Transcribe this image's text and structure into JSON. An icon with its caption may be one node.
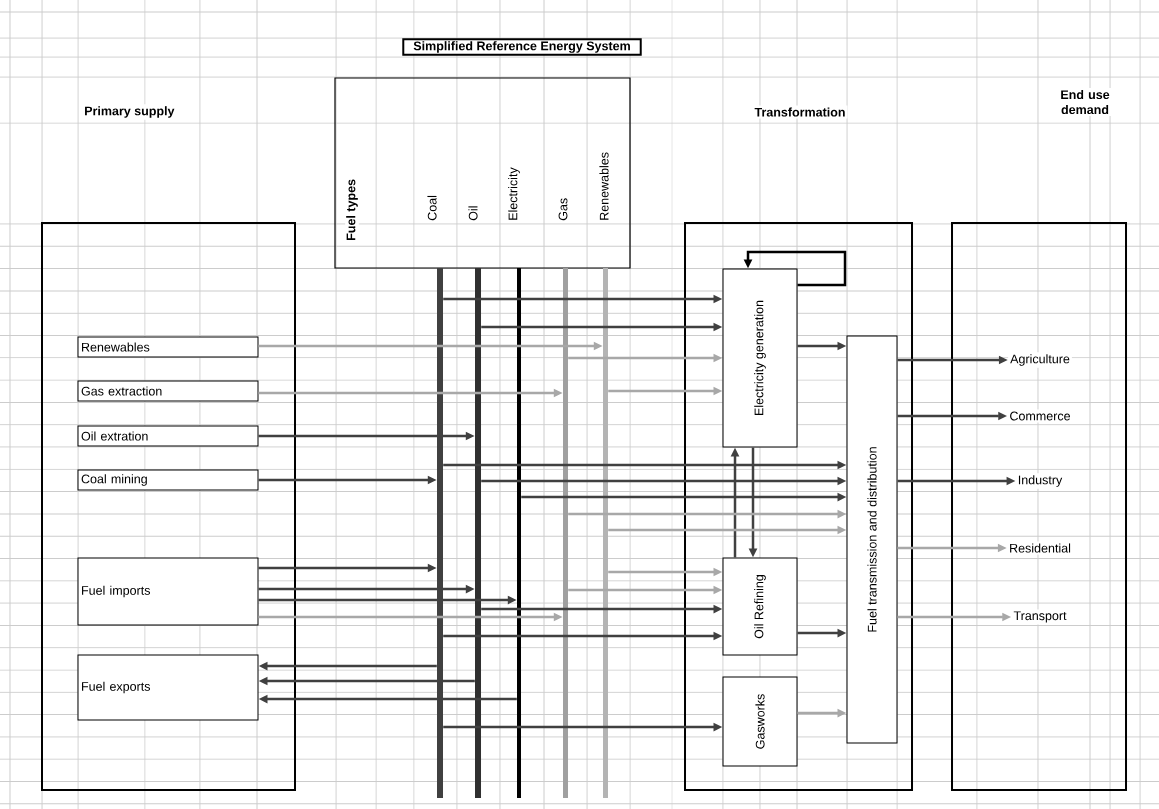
{
  "diagram": {
    "title": "Simplified Reference Energy System",
    "nodes": [
      {
        "text": [
          "Primary supply"
        ]
      },
      {
        "text": [
          "Renewables"
        ],
        "in": 0
      },
      {
        "text": [
          "Gas extraction"
        ],
        "in": 0
      },
      {
        "text": [
          "Oil extration"
        ],
        "in": 0
      },
      {
        "text": [
          "Coal mining"
        ],
        "in": 0
      },
      {
        "text": [
          "Fuel imports"
        ],
        "in": 0
      },
      {
        "text": [
          "Fuel exports"
        ],
        "in": 0
      },
      {
        "text": [
          "Fuel types",
          "Coal",
          "Oil",
          "Electricity",
          "Gas",
          "Renewables"
        ]
      },
      {
        "text": [],
        "shape": "bar"
      },
      {
        "text": [],
        "shape": "bar"
      },
      {
        "text": [],
        "shape": "bar"
      },
      {
        "text": [],
        "shape": "bar"
      },
      {
        "text": [],
        "shape": "bar"
      },
      {
        "text": [
          "Transformation"
        ]
      },
      {
        "text": [
          "Electricity generation"
        ],
        "in": 13
      },
      {
        "text": [
          "Oil Refining"
        ],
        "in": 13
      },
      {
        "text": [
          "Gasworks"
        ],
        "in": 13
      },
      {
        "text": [
          "Fuel transmission and distribution"
        ],
        "in": 13
      },
      {
        "text": [
          "End use demand"
        ]
      },
      {
        "text": [
          "Agriculture"
        ],
        "in": 18
      },
      {
        "text": [
          "Commerce"
        ],
        "in": 18
      },
      {
        "text": [
          "Industry"
        ],
        "in": 18
      },
      {
        "text": [
          "Residential"
        ],
        "in": 18
      },
      {
        "text": [
          "Transport"
        ],
        "in": 18
      }
    ],
    "edges": [
      {
        "from": 1,
        "to": 12,
        "arrow": "to",
        "color": "#a8a8a8"
      },
      {
        "from": 2,
        "to": 11,
        "arrow": "to",
        "color": "#a8a8a8"
      },
      {
        "from": 3,
        "to": 9,
        "arrow": "to"
      },
      {
        "from": 4,
        "to": 8,
        "arrow": "to"
      },
      {
        "from": 5,
        "to": 8,
        "arrow": "to"
      },
      {
        "from": 5,
        "to": 9,
        "arrow": "to"
      },
      {
        "from": 5,
        "to": 10,
        "arrow": "to"
      },
      {
        "from": 5,
        "to": 11,
        "arrow": "to",
        "color": "#a8a8a8"
      },
      {
        "from": 8,
        "to": 6,
        "arrow": "to"
      },
      {
        "from": 9,
        "to": 6,
        "arrow": "to"
      },
      {
        "from": 10,
        "to": 6,
        "arrow": "to"
      },
      {
        "from": 8,
        "to": 14,
        "arrow": "to"
      },
      {
        "from": 9,
        "to": 14,
        "arrow": "to"
      },
      {
        "from": 11,
        "to": 14,
        "arrow": "to",
        "color": "#a8a8a8"
      },
      {
        "from": 12,
        "to": 14,
        "arrow": "to",
        "color": "#a8a8a8"
      },
      {
        "from": 14,
        "to": 14,
        "arrow": "to",
        "color": "#000000"
      },
      {
        "from": 14,
        "to": 15,
        "arrow": "to"
      },
      {
        "from": 15,
        "to": 14,
        "arrow": "to"
      },
      {
        "from": 8,
        "to": 17,
        "arrow": "to"
      },
      {
        "from": 9,
        "to": 17,
        "arrow": "to"
      },
      {
        "from": 10,
        "to": 17,
        "arrow": "to"
      },
      {
        "from": 11,
        "to": 17,
        "arrow": "to",
        "color": "#a8a8a8"
      },
      {
        "from": 12,
        "to": 17,
        "arrow": "to",
        "color": "#a8a8a8"
      },
      {
        "from": 12,
        "to": 15,
        "arrow": "to",
        "color": "#a8a8a8"
      },
      {
        "from": 11,
        "to": 15,
        "arrow": "to",
        "color": "#a8a8a8"
      },
      {
        "from": 9,
        "to": 15,
        "arrow": "to"
      },
      {
        "from": 8,
        "to": 15,
        "arrow": "to"
      },
      {
        "from": 8,
        "to": 16,
        "arrow": "to"
      },
      {
        "from": 14,
        "to": 17,
        "arrow": "to"
      },
      {
        "from": 15,
        "to": 17,
        "arrow": "to"
      },
      {
        "from": 16,
        "to": 17,
        "arrow": "to",
        "color": "#a8a8a8"
      },
      {
        "from": 17,
        "to": 19,
        "arrow": "to"
      },
      {
        "from": 17,
        "to": 20,
        "arrow": "to"
      },
      {
        "from": 17,
        "to": 21,
        "arrow": "to"
      },
      {
        "from": 17,
        "to": 22,
        "arrow": "to",
        "color": "#a8a8a8"
      },
      {
        "from": 17,
        "to": 23,
        "arrow": "to",
        "color": "#a8a8a8"
      }
    ]
  }
}
